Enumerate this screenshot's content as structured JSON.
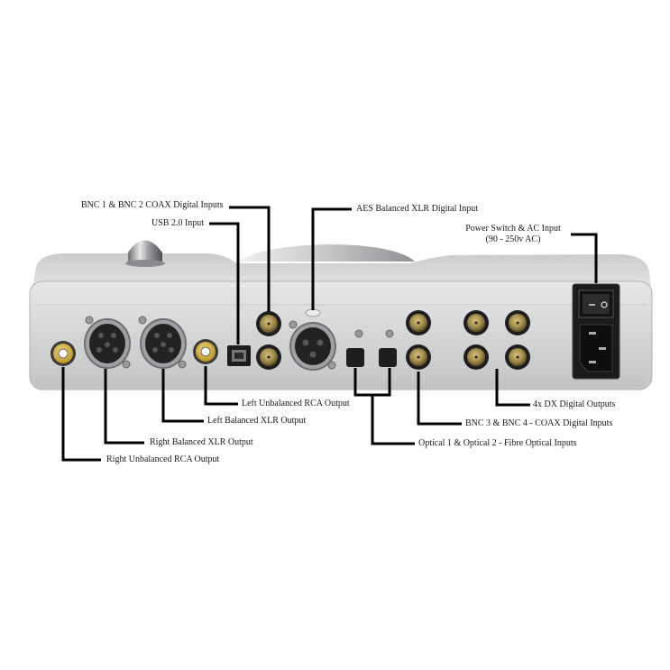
{
  "diagram": {
    "subject": "DAC rear panel connections",
    "labels": {
      "bnc12": "BNC 1 & BNC 2 COAX Digital Inputs",
      "usb": "USB 2.0 Input",
      "aes": "AES Balanced XLR Digital Input",
      "power_line1": "Power Switch & AC Input",
      "power_line2": "(90 - 250v AC)",
      "left_rca": "Left Unbalanced RCA Output",
      "left_xlr": "Left Balanced XLR Output",
      "right_xlr": "Right Balanced XLR Output",
      "right_rca": "Right Unbalanced RCA Output",
      "dx_out": "4x DX Digital Outputs",
      "bnc34": "BNC 3 & BNC 4 - COAX Digital Inputs",
      "optical": "Optical 1 & Optical 2 - Fibre Optical Inputs"
    },
    "switch_marks": {
      "on": "–",
      "off": "O"
    },
    "colors": {
      "chassis": "#d9dadb",
      "chassis_dark": "#b9bbbd",
      "leader_line": "#000000",
      "bnc_gold": "#a08a4a",
      "rca_gold": "#d8b640",
      "connector_black": "#1e1e1e"
    }
  }
}
